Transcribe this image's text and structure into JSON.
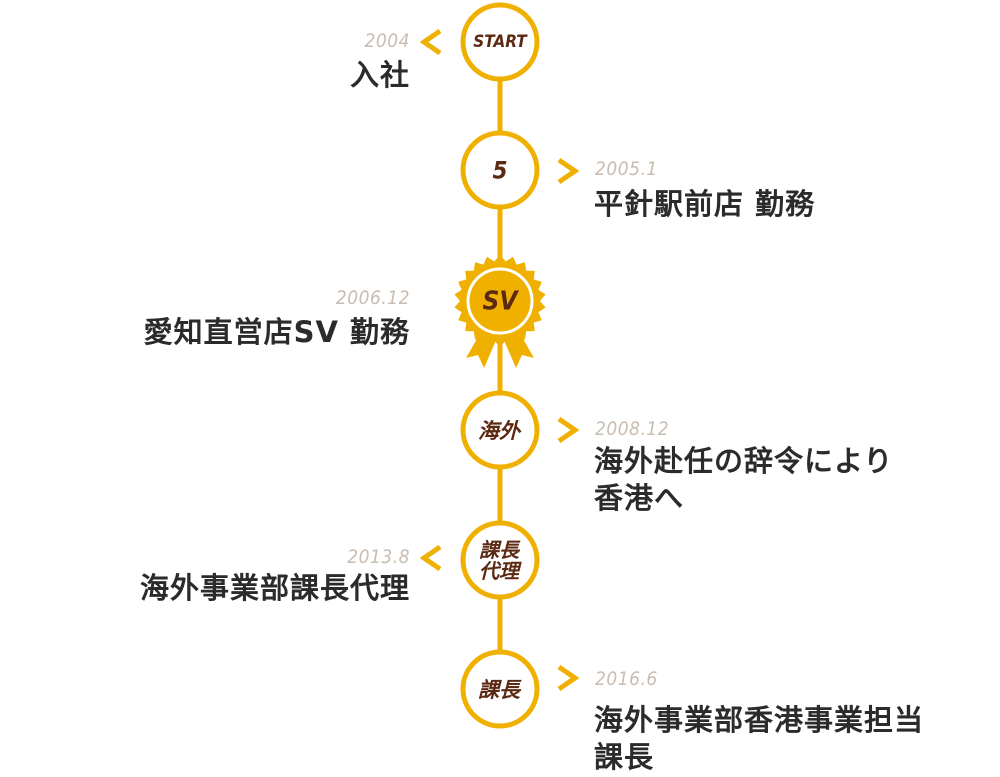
{
  "colors": {
    "accent": "#f0b000",
    "node_text": "#5c2a12",
    "year_text": "#c9bcb0",
    "event_text": "#2b2b2b"
  },
  "milestones": [
    {
      "node_label": "START",
      "year": "2004",
      "event_lines": [
        "入社"
      ],
      "side": "left"
    },
    {
      "node_label": "5",
      "year": "2005.1",
      "event_lines": [
        "平針駅前店 勤務"
      ],
      "side": "right"
    },
    {
      "node_label": "SV",
      "year": "2006.12",
      "event_lines": [
        "愛知直営店SV 勤務"
      ],
      "side": "left",
      "badge": true
    },
    {
      "node_label": "海外",
      "year": "2008.12",
      "event_lines": [
        "海外赴任の辞令により",
        "香港へ"
      ],
      "side": "right"
    },
    {
      "node_label_lines": [
        "課長",
        "代理"
      ],
      "year": "2013.8",
      "event_lines": [
        "海外事業部課長代理"
      ],
      "side": "left"
    },
    {
      "node_label": "課長",
      "year": "2016.6",
      "event_lines": [
        "海外事業部香港事業担当",
        "課長"
      ],
      "side": "right"
    }
  ]
}
